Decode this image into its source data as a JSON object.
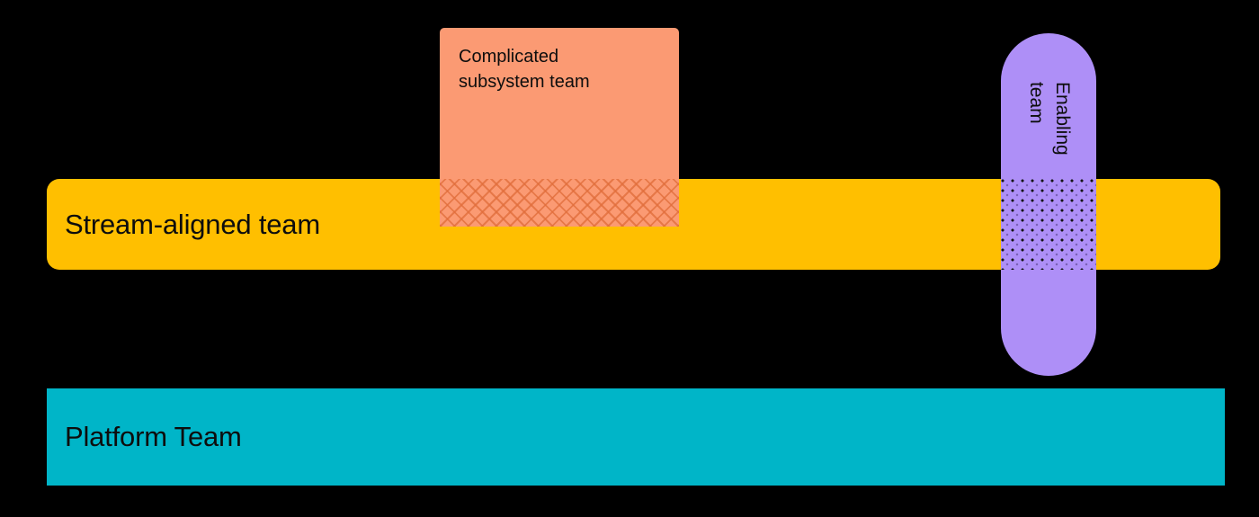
{
  "diagram": {
    "background_color": "#000000",
    "shapes": {
      "stream_aligned_team": {
        "label": "Stream-aligned team",
        "color": "#FFBF00",
        "shape": "rounded-rectangle"
      },
      "complicated_subsystem_team": {
        "label": "Complicated\nsubsystem team",
        "color": "#FB9A73",
        "shape": "rounded-rectangle",
        "overlap_pattern": "cross-hatch"
      },
      "enabling_team": {
        "label": "Enabling\nteam",
        "color": "#AE8FF7",
        "shape": "pill",
        "orientation": "vertical",
        "overlap_pattern": "dots"
      },
      "platform_team": {
        "label": "Platform Team",
        "color": "#00B5C8",
        "shape": "rectangle"
      }
    }
  }
}
